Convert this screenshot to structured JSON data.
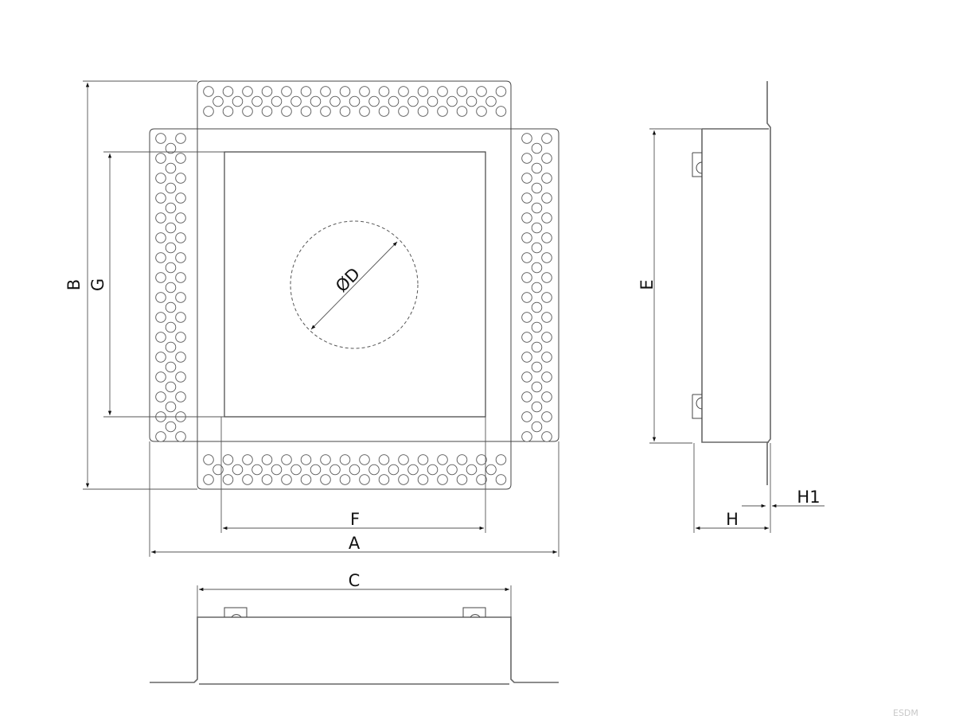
{
  "labels": {
    "A": "A",
    "B": "B",
    "C": "C",
    "D": "ØD",
    "E": "E",
    "F": "F",
    "G": "G",
    "H": "H",
    "H1": "H1"
  },
  "watermark": "ESDM",
  "colors": {
    "line": "#444444",
    "arrow": "#111111"
  }
}
